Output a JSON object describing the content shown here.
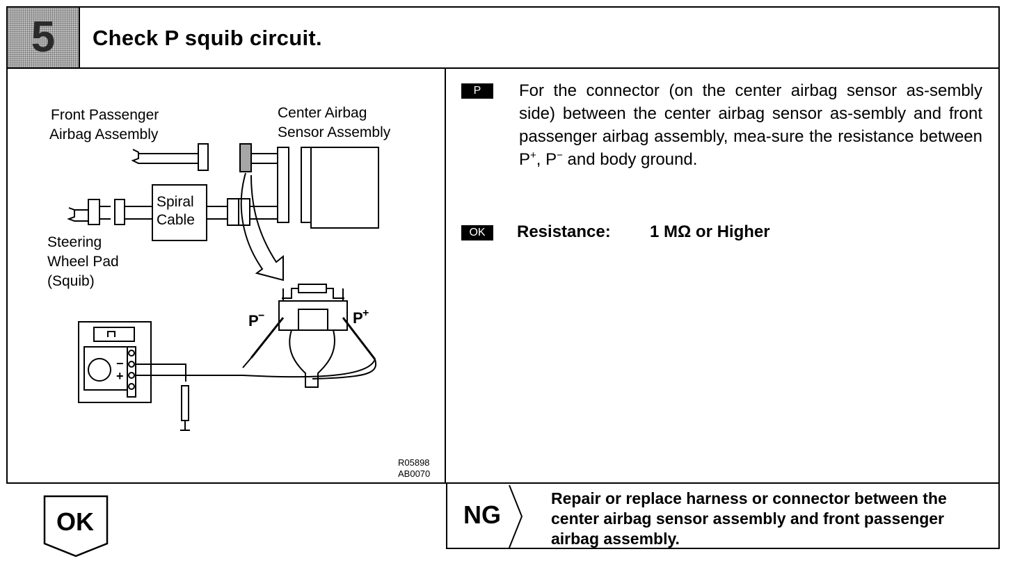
{
  "header": {
    "step_number": "5",
    "title": "Check P squib circuit."
  },
  "diagram": {
    "labels": {
      "front_passenger_line1": "Front Passenger",
      "front_passenger_line2": "Airbag Assembly",
      "center_airbag_line1": "Center Airbag",
      "center_airbag_line2": "Sensor Assembly",
      "spiral_line1": "Spiral",
      "spiral_line2": "Cable",
      "steering_line1": "Steering",
      "steering_line2": "Wheel Pad",
      "steering_line3": "(Squib)",
      "p_minus": "P",
      "p_plus": "P",
      "meter_minus": "−",
      "meter_plus": "+",
      "code_1": "R05898",
      "code_2": "AB0070"
    }
  },
  "procedure": {
    "badge": "P",
    "text_before": "For the connector (on the center airbag sensor as-sembly side) between the center airbag sensor as-sembly and front passenger airbag assembly, mea-sure the resistance between P",
    "sup_plus": "+",
    "text_comma": ", P",
    "sup_minus": "−",
    "text_after": " and body ground."
  },
  "spec": {
    "badge": "OK",
    "label": "Resistance:",
    "value": "1 MΩ or Higher"
  },
  "result_ok": {
    "label": "OK"
  },
  "result_ng": {
    "label": "NG",
    "action": "Repair or replace harness or connector between the center airbag sensor assembly and front passenger airbag assembly."
  }
}
